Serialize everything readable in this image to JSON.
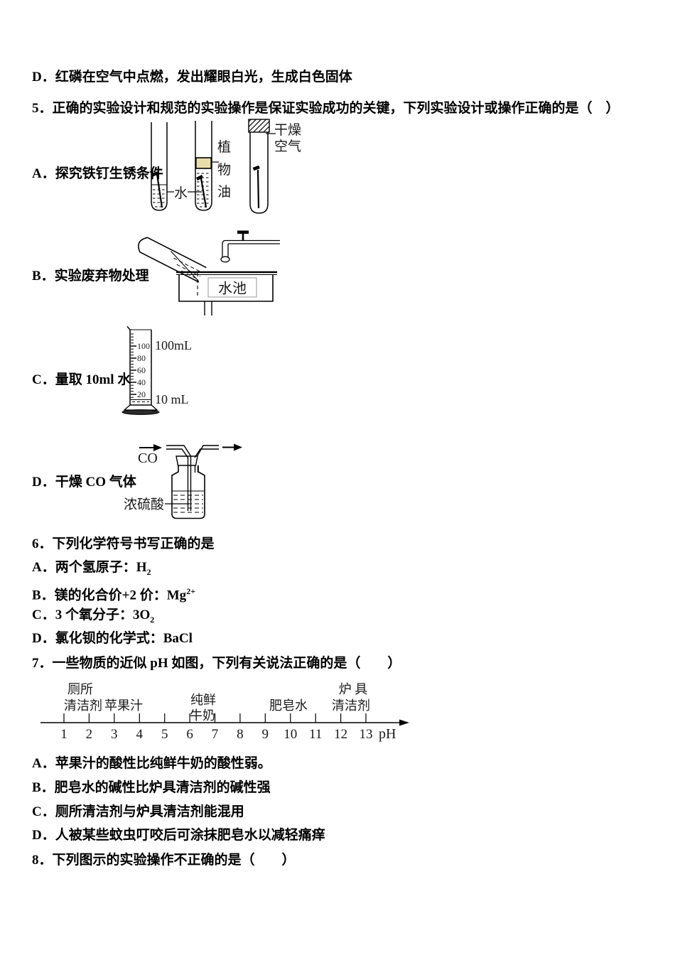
{
  "content": {
    "prev_option_d": "D．红磷在空气中点燃，发出耀眼白光，生成白色固体",
    "q5": {
      "stem": "5．正确的实验设计和规范的实验操作是保证实验成功的关键，下列实验设计或操作正确的是（　）",
      "a": {
        "label": "A．探究铁钉生锈条件",
        "water": "水",
        "oil1": "植",
        "oil2": "物",
        "oil3": "油",
        "dry1": "干燥",
        "dry2": "空气"
      },
      "b": {
        "label": "B．实验废弃物处理",
        "sink": "水池"
      },
      "c": {
        "label": "C．量取 10ml 水",
        "cap": "100mL",
        "low": "10 mL",
        "t100": "100",
        "t80": "80",
        "t60": "60",
        "t40": "40",
        "t20": "20"
      },
      "d": {
        "label": "D．干燥 CO 气体",
        "gas": "CO",
        "acid": "浓硫酸"
      }
    },
    "q6": {
      "stem": "6．下列化学符号书写正确的是",
      "a_pre": "A．两个氢原子：",
      "a_base": "H",
      "a_sub": "2",
      "b_pre": "B．镁的化合价+2 价：",
      "b_base": "Mg",
      "b_sup": "2+",
      "c_pre": "C．3 个氧分子：",
      "c_base": "3O",
      "c_sub": "2",
      "d_pre": "D．氯化钡的化学式：",
      "d_base": "BaCl"
    },
    "q7": {
      "stem": "7．一些物质的近似 pH 如图，下列有关说法正确的是（　　）",
      "a": "A．苹果汁的酸性比纯鲜牛奶的酸性弱。",
      "b": "B．肥皂水的碱性比炉具清洁剂的碱性强",
      "c": "C．厕所清洁剂与炉具清洁剂能混用",
      "d": "D．人被某些蚊虫叮咬后可涂抹肥皂水以减轻痛痒"
    },
    "q8": {
      "stem": "8．下列图示的实验操作不正确的是（　　）"
    }
  },
  "ph_chart": {
    "type": "scale",
    "axis_label": "pH",
    "ticks": [
      "1",
      "2",
      "3",
      "4",
      "5",
      "6",
      "7",
      "8",
      "9",
      "10",
      "11",
      "12",
      "13"
    ],
    "labels": {
      "toilet1": "厕所",
      "toilet2": "清洁剂",
      "apple": "苹果汁",
      "milk1": "纯鲜",
      "milk2": "牛奶",
      "soap": "肥皂水",
      "stove1": "炉 具",
      "stove2": "清洁剂"
    },
    "substances": [
      {
        "name": "厕所清洁剂",
        "ph_range": [
          1,
          2
        ]
      },
      {
        "name": "苹果汁",
        "ph_range": [
          3,
          3
        ]
      },
      {
        "name": "纯鲜牛奶",
        "ph_range": [
          6,
          7
        ]
      },
      {
        "name": "肥皂水",
        "ph_range": [
          10,
          10
        ]
      },
      {
        "name": "炉具清洁剂",
        "ph_range": [
          12,
          13
        ]
      }
    ]
  }
}
